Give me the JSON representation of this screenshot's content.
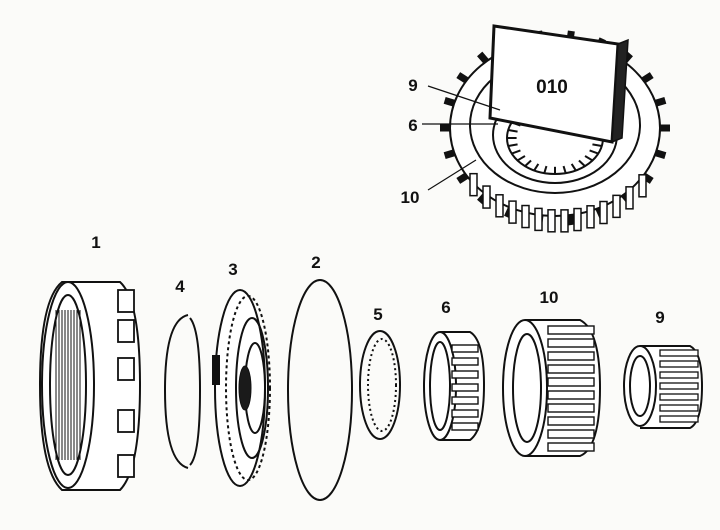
{
  "diagram": {
    "tool_label": "010",
    "callouts": {
      "detail_9": "9",
      "detail_6": "6",
      "detail_10": "10"
    },
    "parts": [
      {
        "id": "part-1",
        "label": "1"
      },
      {
        "id": "part-4",
        "label": "4"
      },
      {
        "id": "part-3",
        "label": "3"
      },
      {
        "id": "part-2",
        "label": "2"
      },
      {
        "id": "part-5",
        "label": "5"
      },
      {
        "id": "part-6",
        "label": "6"
      },
      {
        "id": "part-10",
        "label": "10"
      },
      {
        "id": "part-9",
        "label": "9"
      }
    ]
  }
}
